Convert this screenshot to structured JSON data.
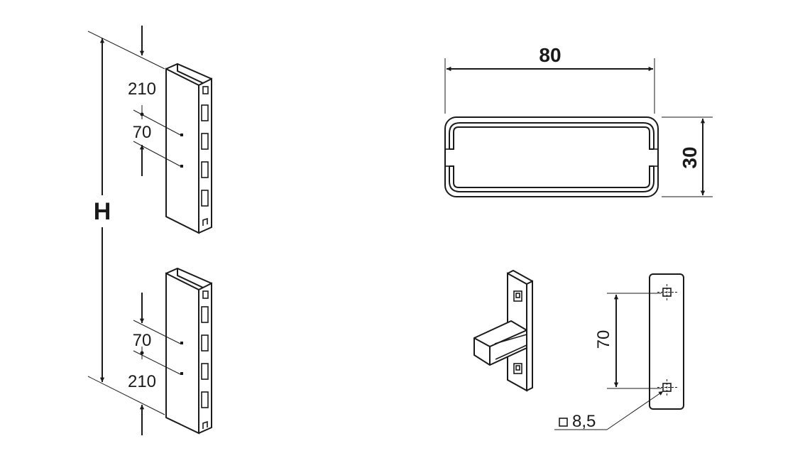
{
  "labels": {
    "height": "H",
    "top_gap": "210",
    "top_pitch": "70",
    "bottom_pitch": "70",
    "bottom_gap": "210",
    "section_width": "80",
    "section_depth": "30",
    "connector_pitch": "70",
    "hole_size": "8,5"
  }
}
